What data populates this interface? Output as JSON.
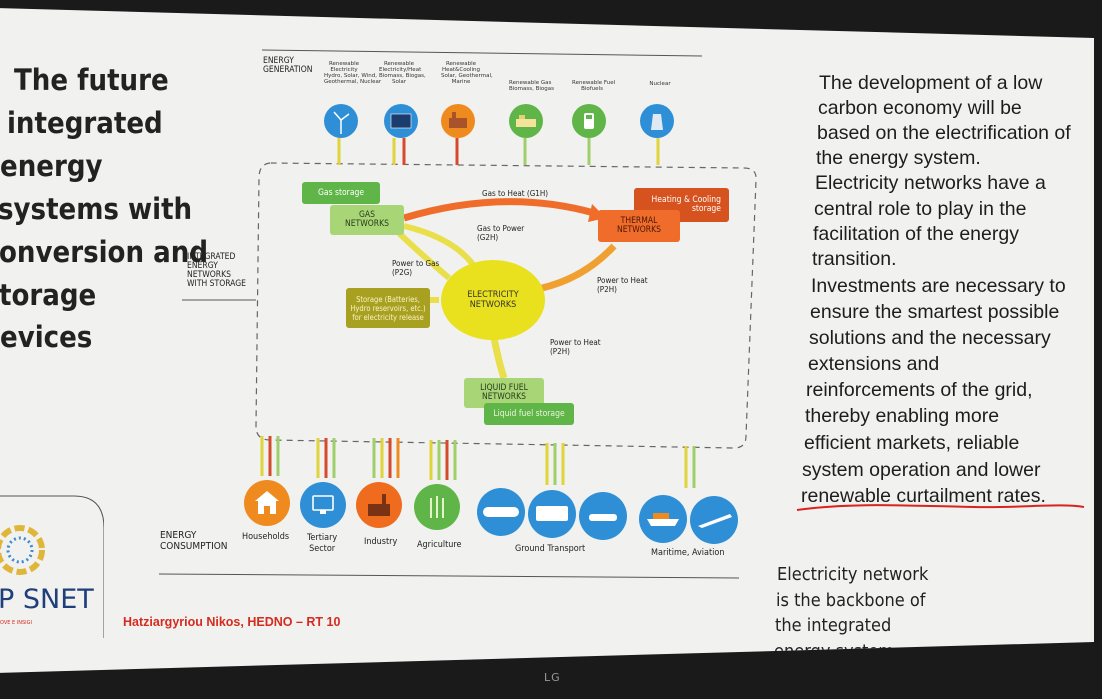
{
  "slide": {
    "title_lines": [
      "The future",
      "integrated",
      "energy",
      "systems with",
      "onversion and",
      "torage",
      "evices"
    ],
    "body_lines": [
      "The development of a low",
      "carbon economy will be",
      "based on the electrification of",
      "the energy system.",
      "Electricity networks have a",
      "central role to play in the",
      "facilitation of the energy",
      "transition.",
      "Investments are necessary to",
      "ensure the smartest possible",
      "solutions and the necessary",
      "extensions and",
      "reinforcements of the grid,",
      "thereby enabling more",
      "efficient markets, reliable",
      "system operation and lower",
      "renewable curtailment rates."
    ],
    "callout_lines": [
      "Electricity network",
      "is the backbone of",
      "the integrated",
      "energy system"
    ],
    "footer_author": "Hatziargyriou Nikos, HEDNO – RT 10",
    "logo_text": "P SNET",
    "logo_subtext": "OVE E INSIGI"
  },
  "diagram": {
    "generation_label": [
      "ENERGY",
      "GENERATION"
    ],
    "integrated_label": [
      "INTEGRATED",
      "ENERGY",
      "NETWORKS",
      "WITH STORAGE"
    ],
    "consumption_label": [
      "ENERGY",
      "CONSUMPTION"
    ],
    "sources": [
      {
        "title": [
          "Renewable",
          "Electricity"
        ],
        "detail": [
          "Hydro, Solar, Wind,",
          "Geothermal, Nuclear"
        ],
        "icon": "wind-turbine-icon",
        "color": "#2f8fd6"
      },
      {
        "title": [
          "Renewable",
          "Electricity/Heat"
        ],
        "detail": [
          "Biomass, Biogas,",
          "Solar"
        ],
        "icon": "solar-panel-icon",
        "color": "#2f8fd6"
      },
      {
        "title": [
          "Renewable",
          "Heat&Cooling"
        ],
        "detail": [
          "Solar, Geothermal,",
          "Marine"
        ],
        "icon": "factory-icon",
        "color": "#ef8a1e"
      },
      {
        "title": [
          "Renewable Gas"
        ],
        "detail": [
          "Biomass, Biogas"
        ],
        "icon": "biogas-plant-icon",
        "color": "#5fb548"
      },
      {
        "title": [
          "Renewable Fuel"
        ],
        "detail": [
          "Biofuels"
        ],
        "icon": "fuel-pump-icon",
        "color": "#5fb548"
      },
      {
        "title": [
          "Nuclear"
        ],
        "detail": [],
        "icon": "nuclear-plant-icon",
        "color": "#2f8fd6"
      }
    ],
    "boxes": {
      "gas_storage": "Gas storage",
      "gas_networks": [
        "GAS",
        "NETWORKS"
      ],
      "heating_cooling": [
        "Heating & Cooling",
        "storage"
      ],
      "thermal_networks": [
        "THERMAL",
        "NETWORKS"
      ],
      "storage": [
        "Storage (Batteries,",
        "Hydro reservoirs, etc.)",
        "for electricity release"
      ],
      "electricity_networks": [
        "ELECTRICITY",
        "NETWORKS"
      ],
      "liquid_fuel": [
        "LIQUID FUEL",
        "NETWORKS"
      ],
      "liquid_storage": "Liquid fuel storage"
    },
    "flows": {
      "gas_to_heat": "Gas to Heat (G1H)",
      "gas_to_power": [
        "Gas to Power",
        "(G2H)"
      ],
      "power_to_gas": [
        "Power to Gas",
        "(P2G)"
      ],
      "power_to_heat_1": [
        "Power to Heat",
        "(P2H)"
      ],
      "power_to_heat_2": [
        "Power to Heat",
        "(P2H)"
      ]
    },
    "consumers": [
      {
        "label": [
          "Households"
        ],
        "icon": "house-icon",
        "color": "#ef8a1e"
      },
      {
        "label": [
          "Tertiary",
          "Sector"
        ],
        "icon": "computer-icon",
        "color": "#2f8fd6"
      },
      {
        "label": [
          "Industry"
        ],
        "icon": "industry-icon",
        "color": "#ef6c1e"
      },
      {
        "label": [
          "Agriculture"
        ],
        "icon": "wheat-icon",
        "color": "#5fb548"
      },
      {
        "label": [
          "Ground Transport"
        ],
        "icon": "train-icon",
        "color": "#2f8fd6"
      },
      {
        "label": [],
        "icon": "bus-icon",
        "color": "#2f8fd6"
      },
      {
        "label": [],
        "icon": "car-icon",
        "color": "#2f8fd6"
      },
      {
        "label": [
          "Maritime, Aviation"
        ],
        "icon": "ship-icon",
        "color": "#2f8fd6"
      },
      {
        "label": [],
        "icon": "airplane-icon",
        "color": "#2f8fd6"
      }
    ]
  },
  "tv": {
    "brand": "LG"
  },
  "colors": {
    "slide_bg": "#f1f1ef",
    "red_underline": "#d9231c",
    "footer_red": "#d52b1e"
  }
}
